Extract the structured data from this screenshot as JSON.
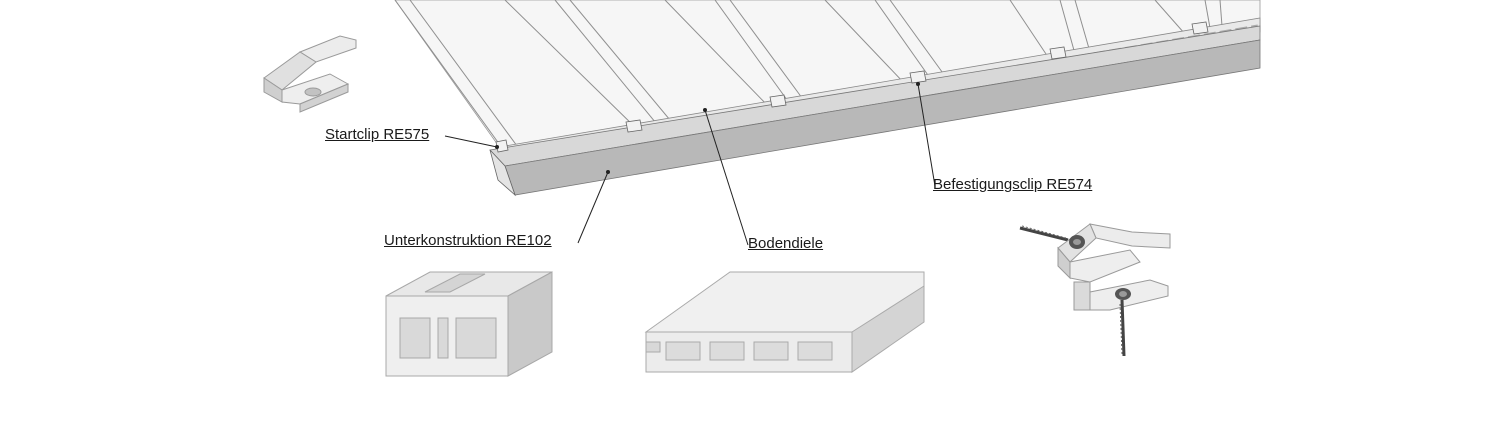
{
  "labels": {
    "startclip": "Startclip RE575",
    "unterkonstruktion": "Unterkonstruktion RE102",
    "bodendiele": "Bodendiele",
    "befestigungsclip": "Befestigungsclip RE574"
  },
  "colors": {
    "board": "#f4f4f4",
    "board_edge": "#8a8a8a",
    "rail_top": "#d9d9d9",
    "rail_side": "#b4b4b4",
    "profile_light": "#eeeeee",
    "profile_mid": "#d6d6d6",
    "profile_dark": "#bcbcbc",
    "leader": "#222222",
    "screw": "#444444"
  },
  "icons": [
    "startclip-part-icon",
    "rail-profile-icon",
    "board-profile-icon",
    "fastening-clip-with-screws-icon"
  ]
}
